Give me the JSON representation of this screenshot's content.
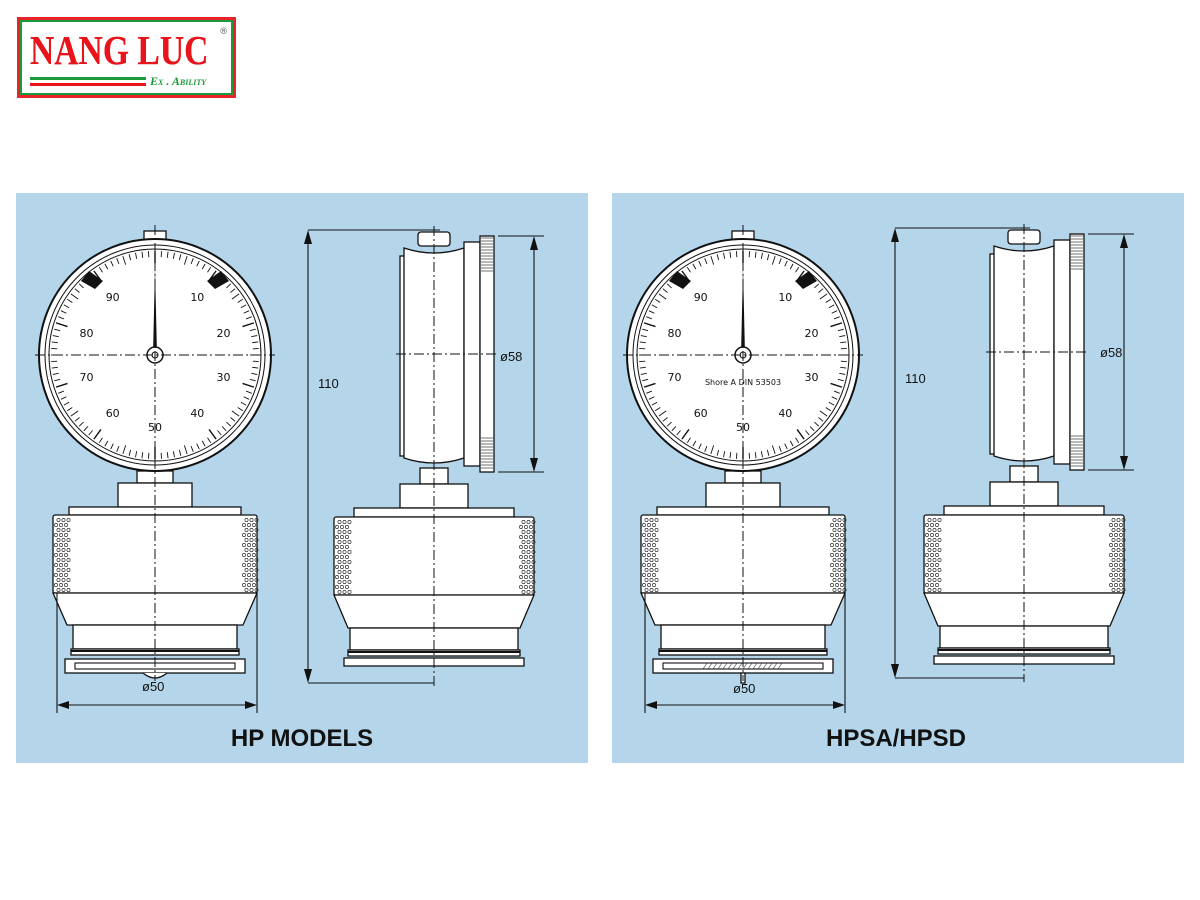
{
  "logo": {
    "brand": "NANG LUC",
    "tagline": "Ex . Ability",
    "registered": "®",
    "colors": {
      "red": "#e8141c",
      "green": "#1a9a3a"
    }
  },
  "panel_color": "#b5d6ea",
  "panels": [
    {
      "id": "hp",
      "caption": "HP MODELS",
      "dial": {
        "numbers": [
          "10",
          "20",
          "30",
          "40",
          "50",
          "60",
          "70",
          "80",
          "90"
        ],
        "label": ""
      },
      "dimensions": {
        "height": "110",
        "dial_diameter": "ø58",
        "base_diameter": "ø50"
      }
    },
    {
      "id": "hpsa",
      "caption": "HPSA/HPSD",
      "dial": {
        "numbers": [
          "10",
          "20",
          "30",
          "40",
          "50",
          "60",
          "70",
          "80",
          "90"
        ],
        "label": "Shore A  DIN 53503"
      },
      "dimensions": {
        "height": "110",
        "dial_diameter": "ø58",
        "base_diameter": "ø50"
      }
    }
  ]
}
